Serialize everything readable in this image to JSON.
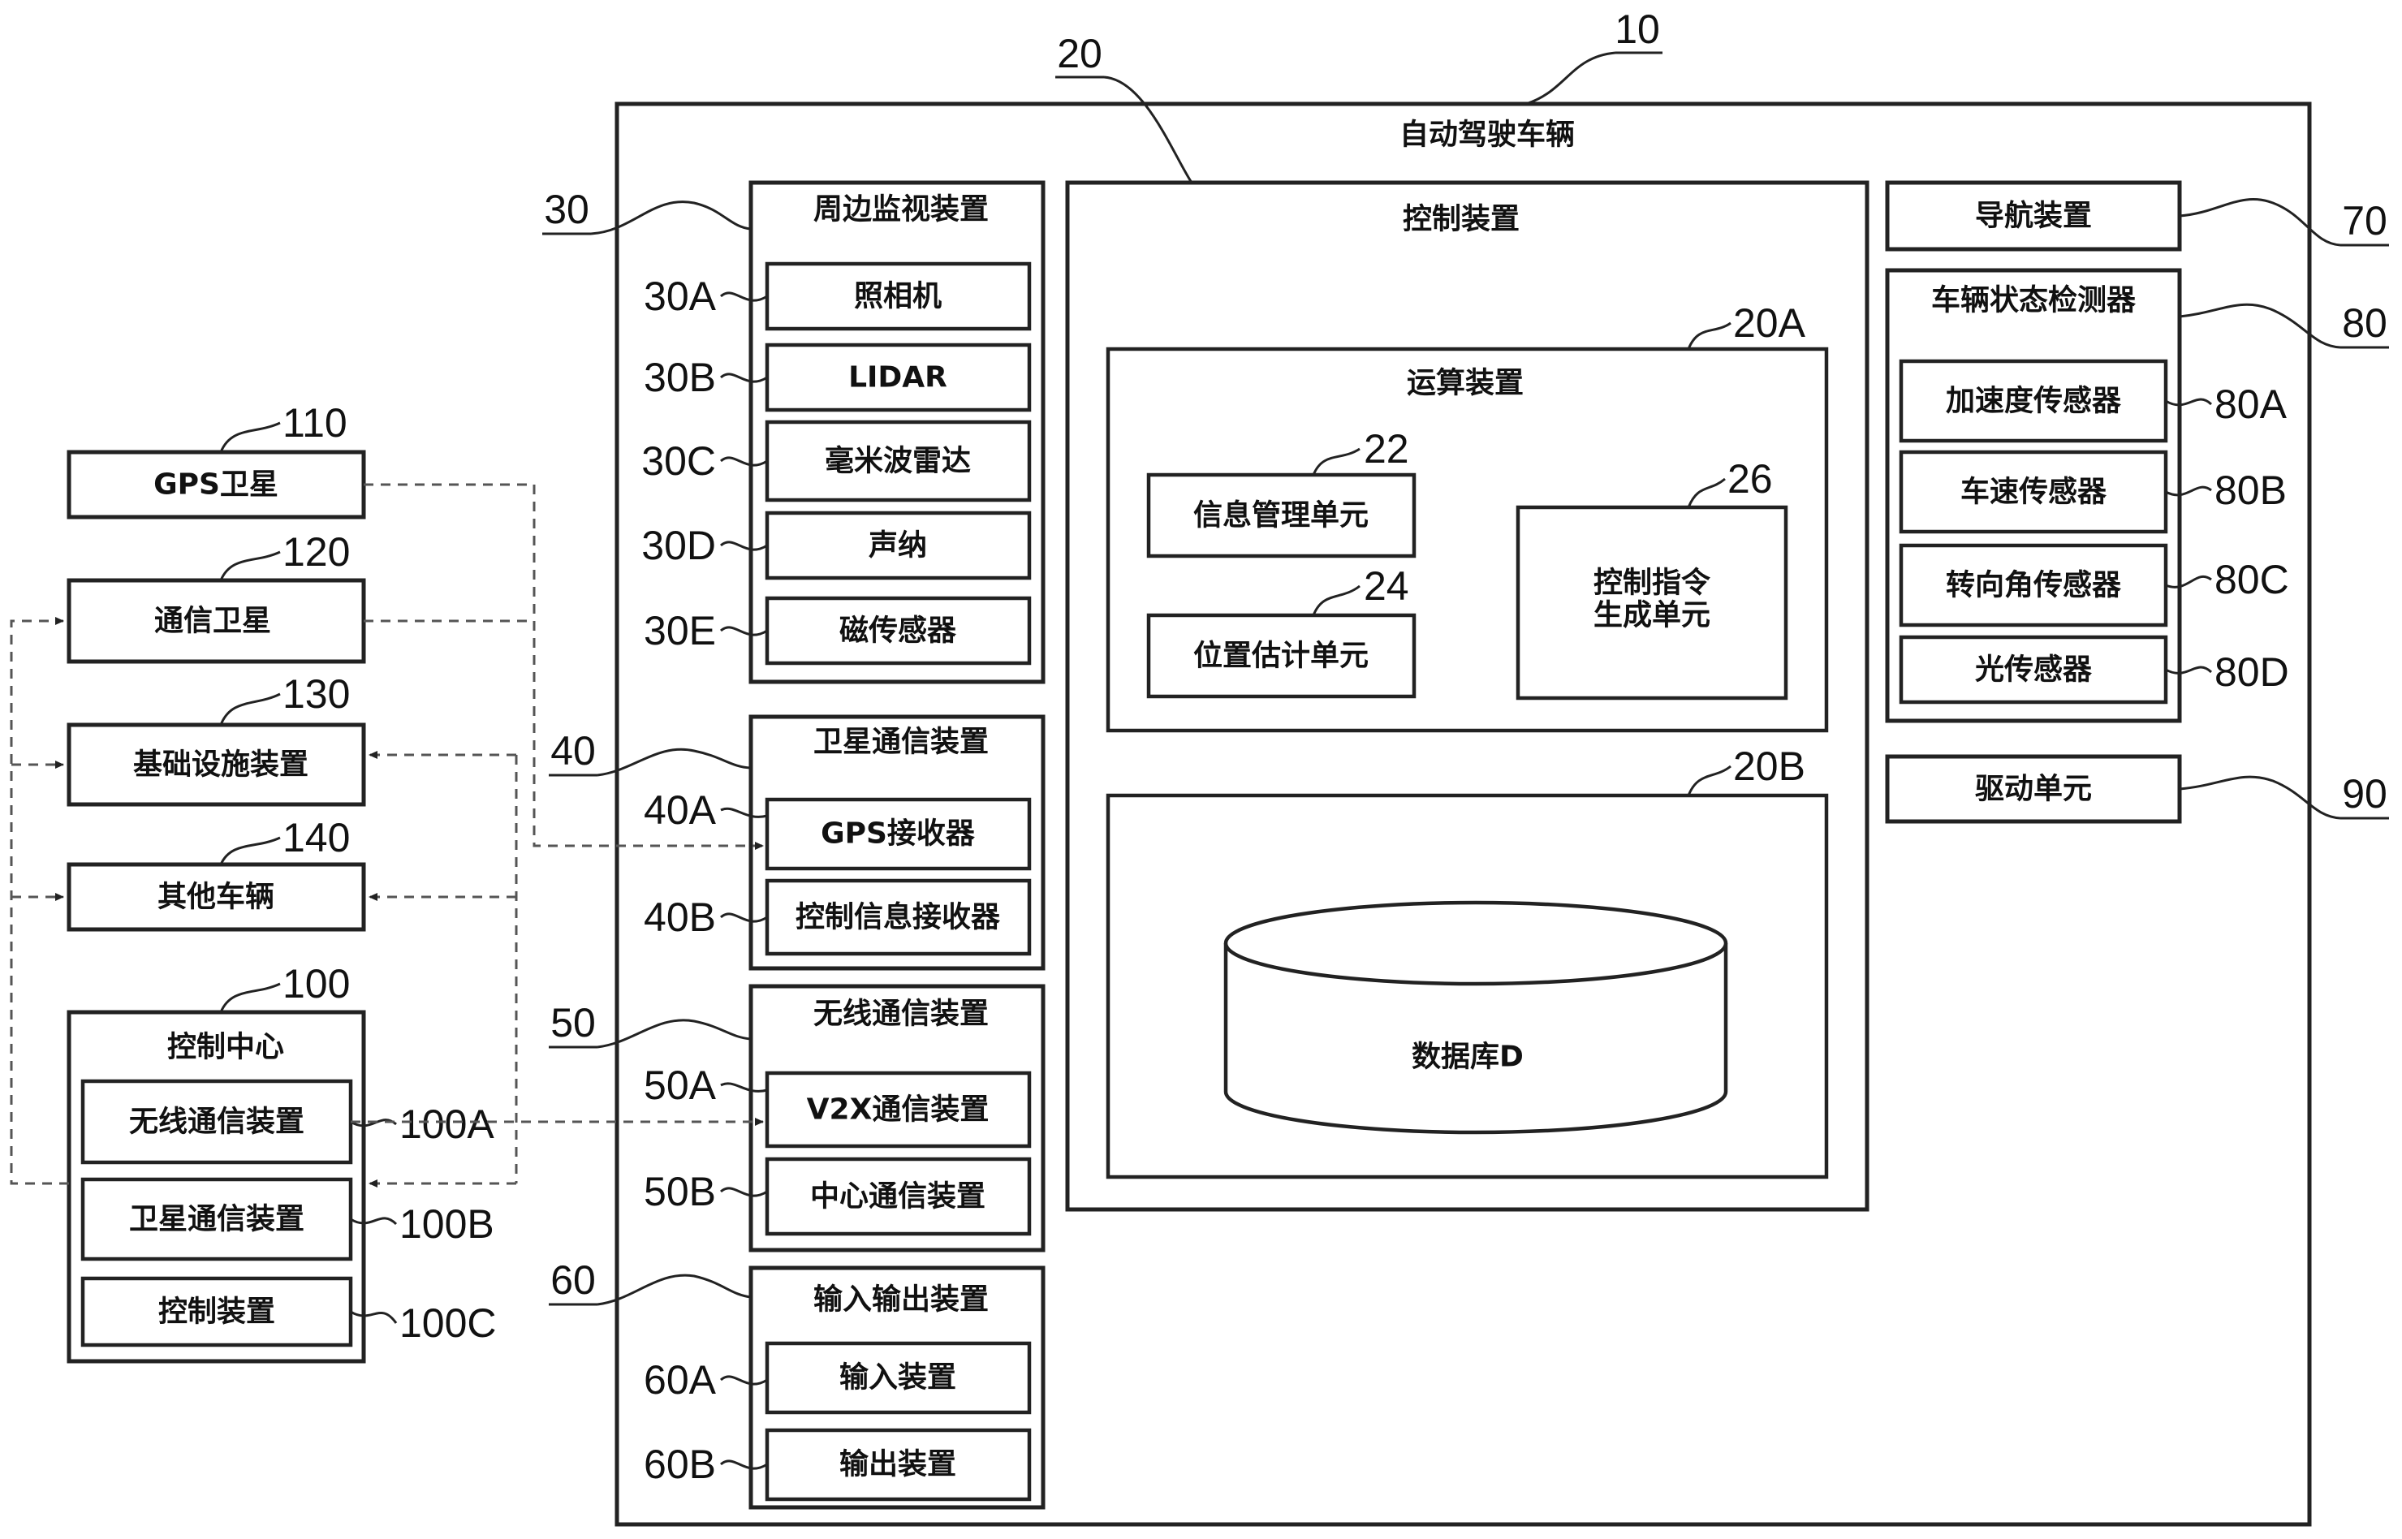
{
  "vehicle": {
    "ref": "10",
    "title": "自动驾驶车辆",
    "control_device": {
      "ref": "20",
      "title": "控制装置",
      "arith": {
        "ref": "20A",
        "title": "运算装置",
        "info": {
          "ref": "22",
          "label": "信息管理单元"
        },
        "pos": {
          "ref": "24",
          "label": "位置估计单元"
        },
        "cmd": {
          "ref": "26",
          "line1": "控制指令",
          "line2": "生成单元"
        }
      },
      "storage": {
        "ref": "20B",
        "db_label": "数据库D"
      }
    },
    "surround": {
      "ref": "30",
      "title": "周边监视装置",
      "items": [
        {
          "ref": "30A",
          "label": "照相机"
        },
        {
          "ref": "30B",
          "label": "LIDAR"
        },
        {
          "ref": "30C",
          "label": "毫米波雷达"
        },
        {
          "ref": "30D",
          "label": "声纳"
        },
        {
          "ref": "30E",
          "label": "磁传感器"
        }
      ]
    },
    "satcom": {
      "ref": "40",
      "title": "卫星通信装置",
      "items": [
        {
          "ref": "40A",
          "label": "GPS接收器"
        },
        {
          "ref": "40B",
          "label": "控制信息接收器"
        }
      ]
    },
    "wireless": {
      "ref": "50",
      "title": "无线通信装置",
      "items": [
        {
          "ref": "50A",
          "label": "V2X通信装置"
        },
        {
          "ref": "50B",
          "label": "中心通信装置"
        }
      ]
    },
    "io": {
      "ref": "60",
      "title": "输入输出装置",
      "items": [
        {
          "ref": "60A",
          "label": "输入装置"
        },
        {
          "ref": "60B",
          "label": "输出装置"
        }
      ]
    },
    "nav": {
      "ref": "70",
      "label": "导航装置"
    },
    "state": {
      "ref": "80",
      "title": "车辆状态检测器",
      "items": [
        {
          "ref": "80A",
          "label": "加速度传感器"
        },
        {
          "ref": "80B",
          "label": "车速传感器"
        },
        {
          "ref": "80C",
          "label": "转向角传感器"
        },
        {
          "ref": "80D",
          "label": "光传感器"
        }
      ]
    },
    "drive": {
      "ref": "90",
      "label": "驱动单元"
    }
  },
  "external": {
    "gps": {
      "ref": "110",
      "label": "GPS卫星"
    },
    "comsat": {
      "ref": "120",
      "label": "通信卫星"
    },
    "infra": {
      "ref": "130",
      "label": "基础设施装置"
    },
    "other": {
      "ref": "140",
      "label": "其他车辆"
    },
    "center": {
      "ref": "100",
      "title": "控制中心",
      "items": [
        {
          "ref": "100A",
          "label": "无线通信装置"
        },
        {
          "ref": "100B",
          "label": "卫星通信装置"
        },
        {
          "ref": "100C",
          "label": "控制装置"
        }
      ]
    }
  }
}
